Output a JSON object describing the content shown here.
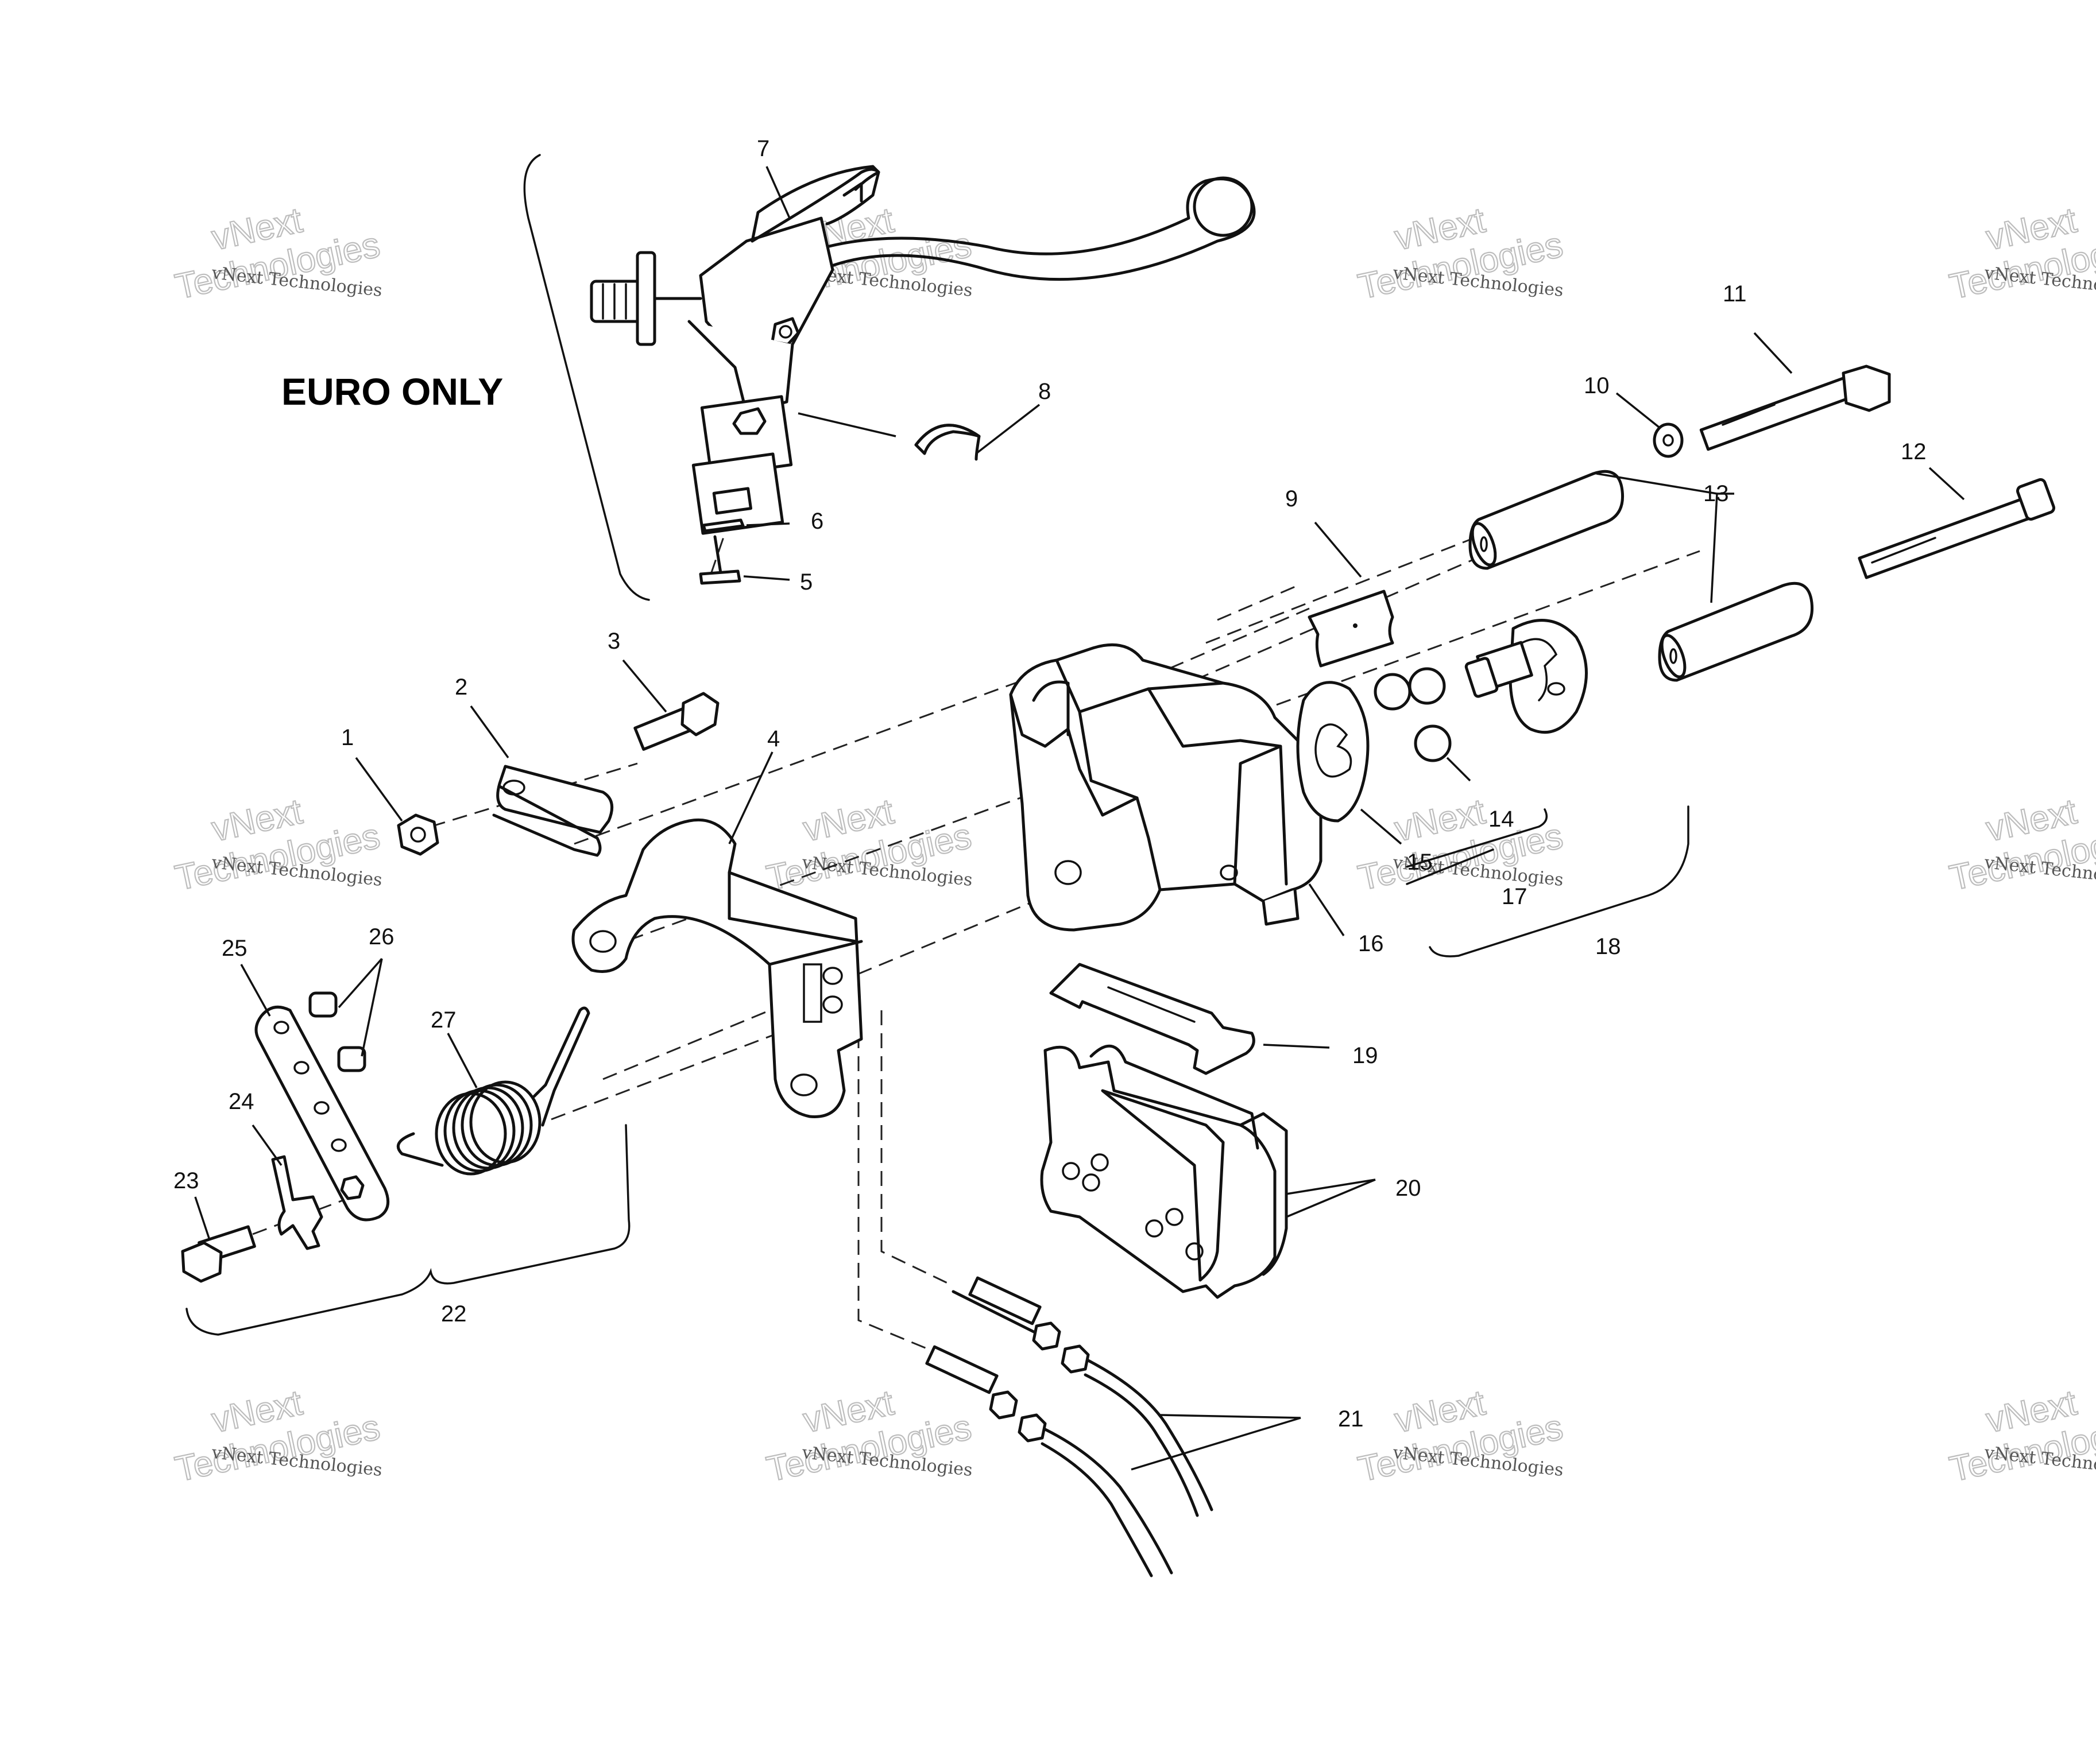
{
  "title": "EURO ONLY",
  "callouts": [
    "1",
    "2",
    "3",
    "4",
    "5",
    "6",
    "7",
    "8",
    "9",
    "10",
    "11",
    "12",
    "13",
    "14",
    "15",
    "16",
    "17",
    "18",
    "19",
    "20",
    "21",
    "22",
    "23",
    "24",
    "25",
    "26",
    "27"
  ],
  "watermark": {
    "line1": "vNext Technologies",
    "line2": "vNext",
    "line3": "Technologies"
  },
  "colors": {
    "ink": "#111111",
    "watermark": "#bdbdbd",
    "background": "#ffffff"
  }
}
